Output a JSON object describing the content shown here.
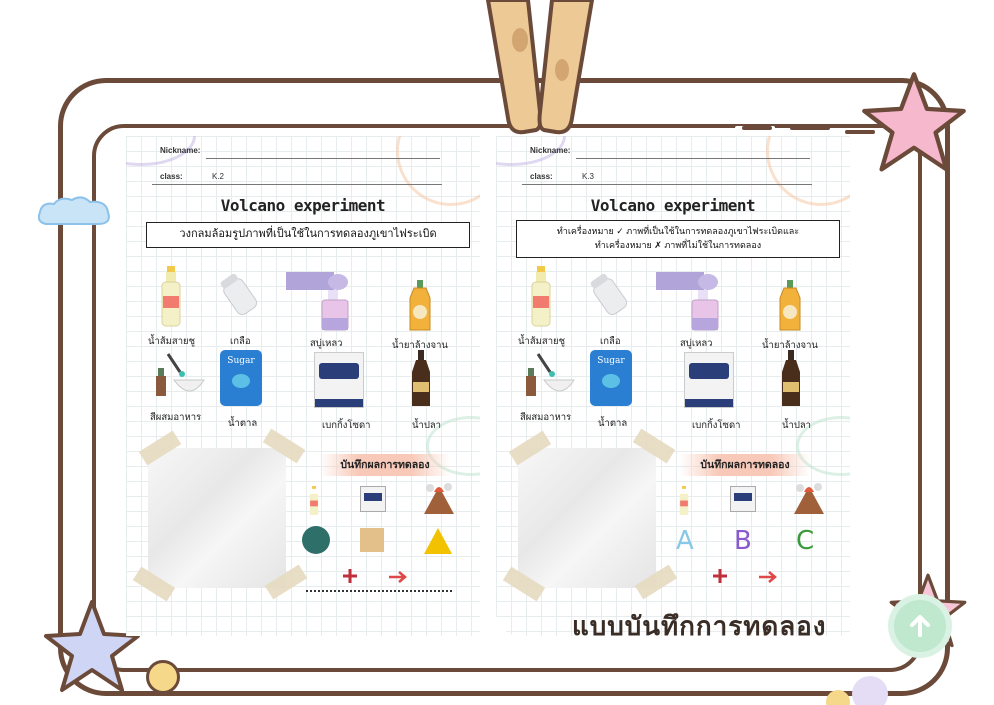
{
  "worksheets": [
    {
      "nickname_label": "Nickname:",
      "class_label": "class:",
      "class_value": "K.2",
      "title": "Volcano experiment",
      "instruction_lines": [
        "วงกลมล้อมรูปภาพที่เป็นใช้ในการทดลองภูเขาไฟระเบิด"
      ],
      "items": [
        "น้ำส้มสายชู",
        "เกลือ",
        "สบู่เหลว",
        "น้ำยาล้างจาน",
        "สีผสมอาหาร",
        "น้ำตาล",
        "เบกกิ้งโซดา",
        "น้ำปลา"
      ],
      "result_label": "บันทึกผลการทดลอง",
      "symbols": [
        "circle",
        "square",
        "triangle"
      ]
    },
    {
      "nickname_label": "Nickname:",
      "class_label": "class:",
      "class_value": "K.3",
      "title": "Volcano experiment",
      "instruction_lines": [
        "ทำเครื่องหมาย ✓ ภาพที่เป็นใช้ในการทดลองภูเขาไฟระเบิดและ",
        "ทำเครื่องหมาย ✗ ภาพที่ไม่ใช้ในการทดลอง"
      ],
      "items": [
        "น้ำส้มสายชู",
        "เกลือ",
        "สบู่เหลว",
        "น้ำยาล้างจาน",
        "สีผสมอาหาร",
        "น้ำตาล",
        "เบกกิ้งโซดา",
        "น้ำปลา"
      ],
      "result_label": "บันทึกผลการทดลอง",
      "letters": [
        "A",
        "B",
        "C"
      ]
    }
  ],
  "sugar_pack_text": "Sugar",
  "footer_title": "แบบบันทึกการทดลอง",
  "colors": {
    "frame": "#6b4a3a",
    "circle": "#2f6f6a",
    "square": "#e3c08a",
    "triangle": "#f2c200",
    "letter_a": "#88c8e8",
    "letter_b": "#8a5ad0",
    "letter_c": "#3b9a3b",
    "plus": "#c0303a",
    "arrow": "#e04848"
  }
}
